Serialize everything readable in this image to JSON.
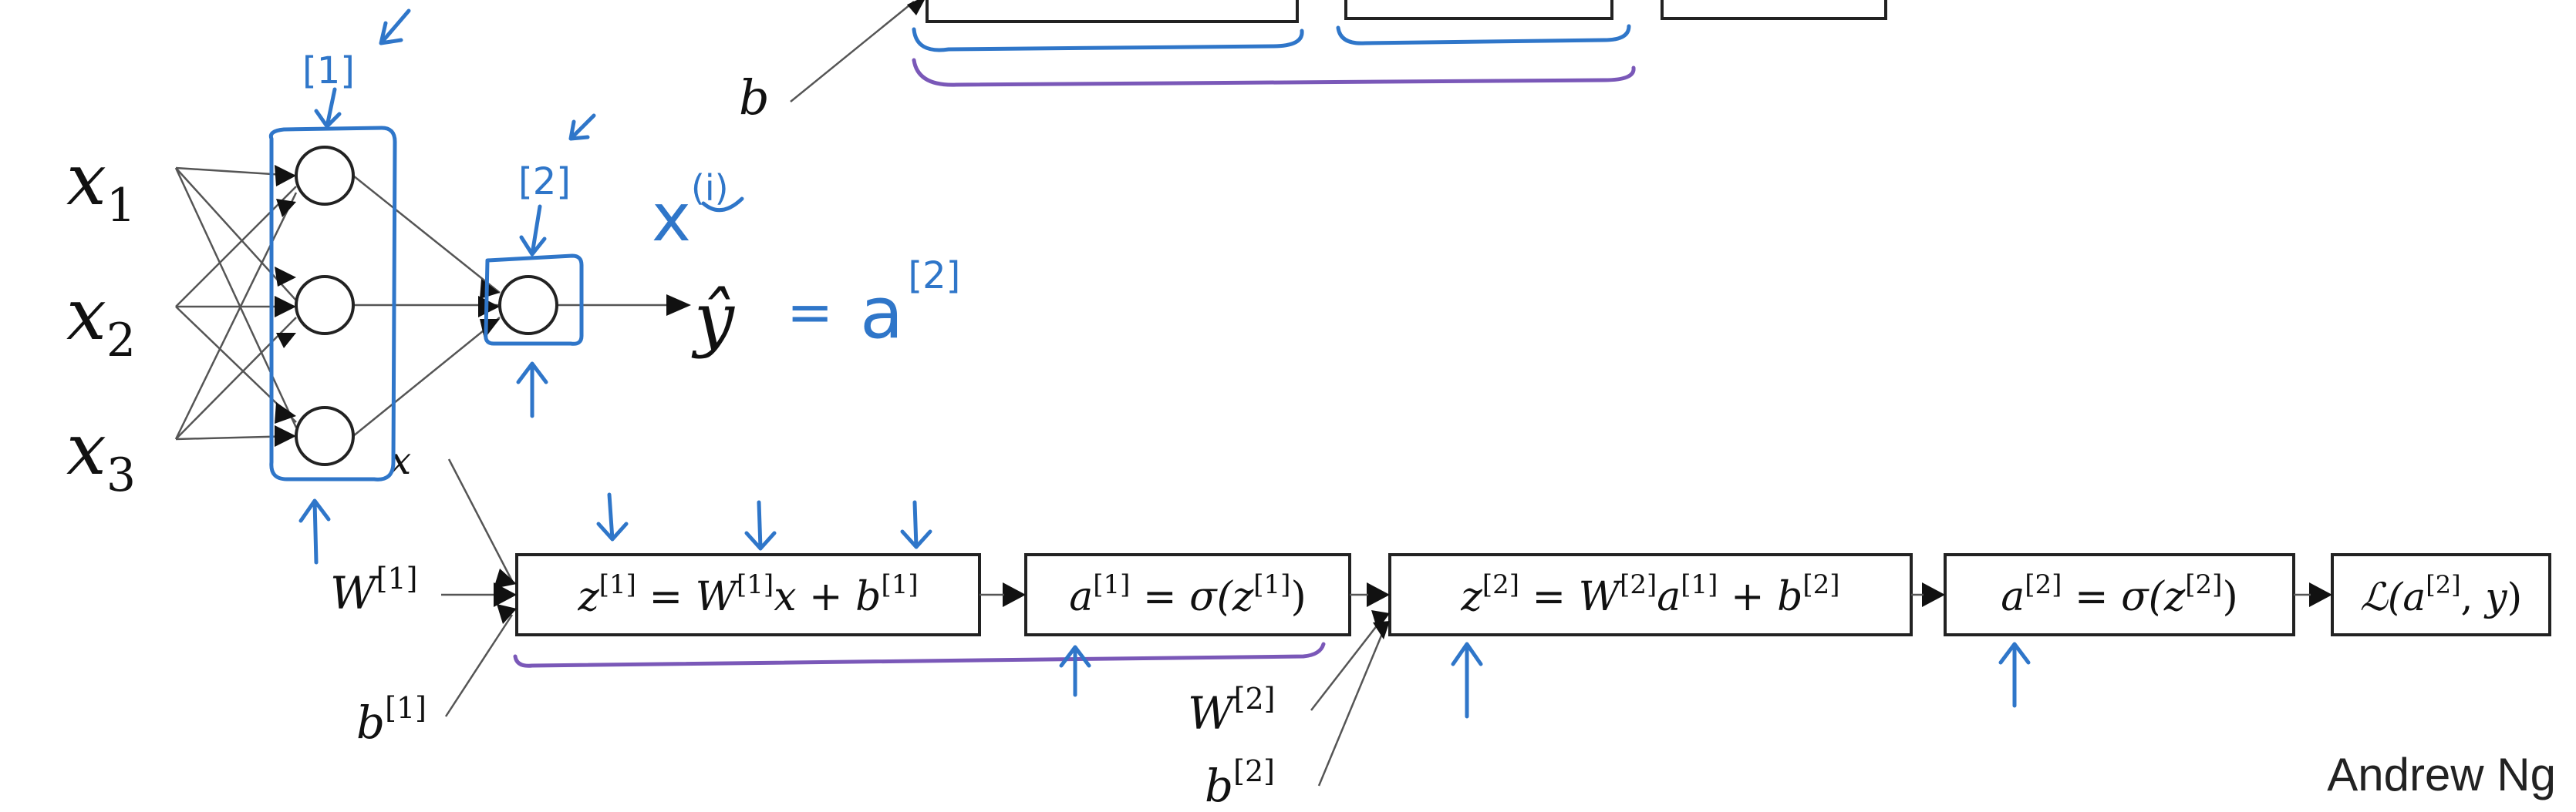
{
  "inputs": {
    "x1": {
      "base": "x",
      "sub": "1"
    },
    "x2": {
      "base": "x",
      "sub": "2"
    },
    "x3": {
      "base": "x",
      "sub": "3"
    }
  },
  "network": {
    "output": "ŷ",
    "x_label": "x",
    "b_top": "b"
  },
  "handwriting": {
    "layer1": "[1]",
    "layer2": "[2]",
    "x_i_base": "x",
    "x_i_sup": "(i)",
    "equals": "=",
    "a_base": "a",
    "a_sup": "[2]"
  },
  "graph": {
    "z1": {
      "lhs_base": "z",
      "lhs_sup": "[1]",
      "eq": " = ",
      "w_base": "W",
      "w_sup": "[1]",
      "x": "x",
      "plus": " + ",
      "b_base": "b",
      "b_sup": "[1]"
    },
    "a1": {
      "lhs_base": "a",
      "lhs_sup": "[1]",
      "eq": " = ",
      "fn": "σ(",
      "z_base": "z",
      "z_sup": "[1]",
      "close": ")"
    },
    "z2": {
      "lhs_base": "z",
      "lhs_sup": "[2]",
      "eq": " = ",
      "w_base": "W",
      "w_sup": "[2]",
      "a_base": "a",
      "a_sup": "[1]",
      "plus": " + ",
      "b_base": "b",
      "b_sup": "[2]"
    },
    "a2": {
      "lhs_base": "a",
      "lhs_sup": "[2]",
      "eq": " = ",
      "fn": "σ(",
      "z_base": "z",
      "z_sup": "[2]",
      "close": ")"
    },
    "loss": {
      "fn": "ℒ(",
      "a_base": "a",
      "a_sup": "[2]",
      "sep": ", ",
      "y": "y",
      "close": ")"
    },
    "inputs": {
      "W1": {
        "base": "W",
        "sup": "[1]"
      },
      "b1": {
        "base": "b",
        "sup": "[1]"
      },
      "W2": {
        "base": "W",
        "sup": "[2]"
      },
      "b2": {
        "base": "b",
        "sup": "[2]"
      }
    }
  },
  "credit": "Andrew Ng",
  "colors": {
    "ink_blue": "#2f76c9",
    "ink_purple": "#7a58b8",
    "box_stroke": "#222222"
  }
}
